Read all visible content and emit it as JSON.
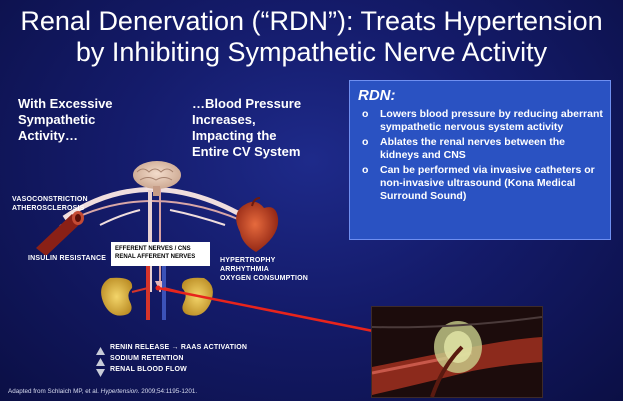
{
  "title": {
    "line1": "Renal Denervation (“RDN”):  Treats Hypertension",
    "line2": "by Inhibiting Sympathetic Nerve Activity"
  },
  "left_labels": {
    "excessive": [
      "With Excessive",
      "Sympathetic",
      "Activity…"
    ],
    "pressure": [
      "…Blood Pressure",
      "Increases,",
      "Impacting the",
      "Entire CV System"
    ]
  },
  "diagram": {
    "vaso": [
      "VASOCONSTRICTION",
      "ATHEROSCLEROSIS"
    ],
    "insulin": "INSULIN RESISTANCE",
    "heart_effects": [
      "HYPERTROPHY",
      "ARRHYTHMIA",
      "OXYGEN CONSUMPTION"
    ],
    "callout": [
      "EFFERENT NERVES / CNS",
      "RENAL AFFERENT NERVES"
    ],
    "kidney_effects": [
      "RENIN RELEASE → RAAS ACTIVATION",
      "SODIUM RETENTION",
      "RENAL BLOOD FLOW"
    ]
  },
  "rdn_box": {
    "heading": "RDN:",
    "bullets": [
      "Lowers blood pressure by reducing aberrant sympathetic nervous system activity",
      "Ablates the renal nerves between the kidneys and CNS",
      "Can be performed via invasive catheters or non-invasive ultrasound (Kona Medical Surround Sound)"
    ]
  },
  "footer": {
    "prefix": "Adapted from Schlaich MP, et al. ",
    "journal": "Hypertension",
    "suffix": ". 2009;54:1195-1201."
  },
  "colors": {
    "background": "#141b6a",
    "box": "#2a52c2",
    "arrow_red": "#e8241c"
  }
}
